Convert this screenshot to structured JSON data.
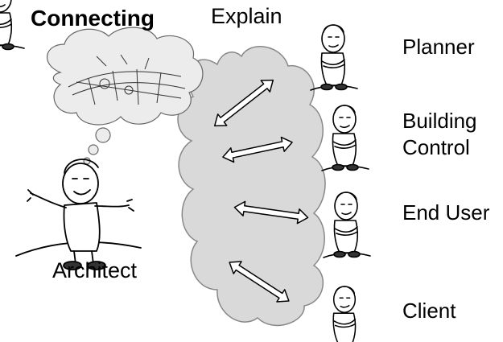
{
  "title": "Connecting",
  "cloud_label": "Explain",
  "architect": {
    "label": "Architect"
  },
  "stakeholders": [
    {
      "lines": [
        "Planner"
      ]
    },
    {
      "lines": [
        "Building",
        "Control"
      ]
    },
    {
      "lines": [
        "End User"
      ]
    },
    {
      "lines": [
        "Client"
      ]
    }
  ],
  "colors": {
    "cloud_fill": "#d9d9d9",
    "thought_fill": "#ececec",
    "ink": "#000000"
  },
  "icons": [
    "architect-figure-icon",
    "thought-bubble-icon",
    "double-arrow-icon",
    "stakeholder-figure-icon"
  ]
}
